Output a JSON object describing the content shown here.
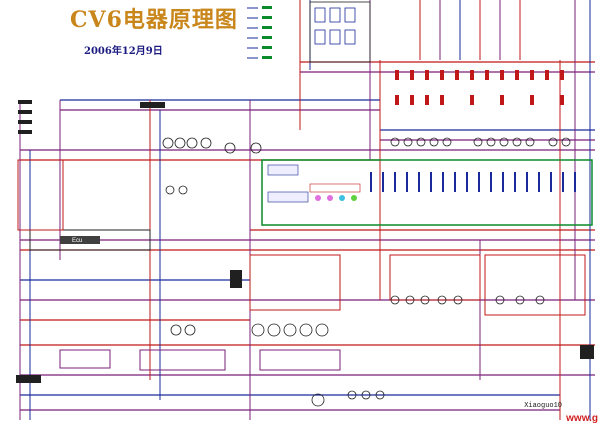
{
  "title": "CV6电器原理图",
  "date": "2006年12月9日",
  "footer": {
    "credit": "Xiaoguo10",
    "url": "www.g"
  },
  "ecu_label": "Ecu",
  "colors": {
    "wire_purple": "#7a1f7a",
    "wire_red": "#c01818",
    "wire_blue": "#1a2a9a",
    "wire_green": "#0a8a2a",
    "wire_black": "#202020",
    "title_gold": "#c9861b"
  }
}
